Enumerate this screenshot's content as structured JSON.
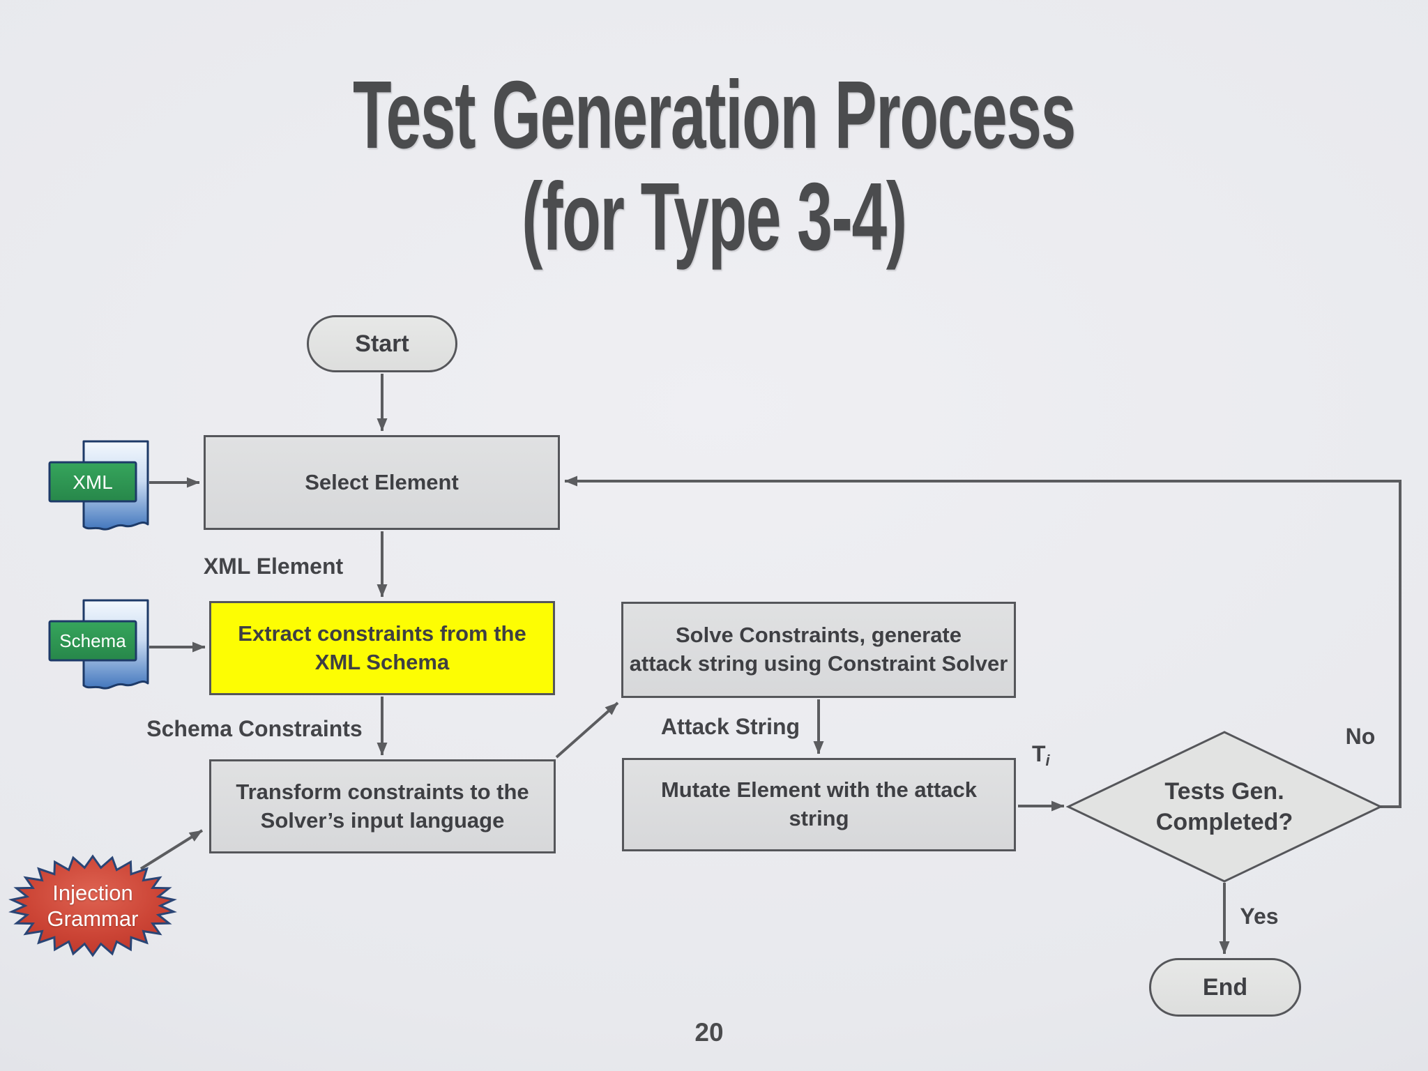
{
  "slide": {
    "title_line1": "Test Generation Process",
    "title_line2": "(for Type 3-4)",
    "page_number": "20"
  },
  "nodes": {
    "start": "Start",
    "select_element": "Select Element",
    "extract_constraints": "Extract constraints from the\nXML Schema",
    "transform_constraints": "Transform constraints to the\nSolver’s input language",
    "solve_constraints": "Solve Constraints, generate\nattack string using Constraint Solver",
    "mutate_element": "Mutate Element with the attack\nstring",
    "decision": "Tests Gen.\nCompleted?",
    "end": "End",
    "xml_document": "XML",
    "schema_document": "Schema",
    "injection_grammar": "Injection\nGrammar"
  },
  "edge_labels": {
    "xml_element": "XML Element",
    "schema_constraints": "Schema Constraints",
    "attack_string": "Attack String",
    "t_base": "T",
    "t_sub": "i",
    "no": "No",
    "yes": "Yes"
  },
  "icons": {
    "xml_document": "blue-document-icon",
    "schema_document": "blue-document-icon",
    "injection_grammar": "red-starburst-shape"
  },
  "colors": {
    "background": "#e8e9ed",
    "node_fill": "#dcddde",
    "node_border": "#55565a",
    "highlight_fill": "#fdfd03",
    "arrow": "#5b5c5f",
    "text": "#404145",
    "title_text": "#4b4c4e",
    "doc_page_blue": "#4377bd",
    "doc_label_green": "#2e9853",
    "doc_outline_navy": "#1d3a68",
    "starburst_red": "#c23b2e",
    "starburst_outline": "#2a4575",
    "label_text_white": "#ffffff"
  }
}
